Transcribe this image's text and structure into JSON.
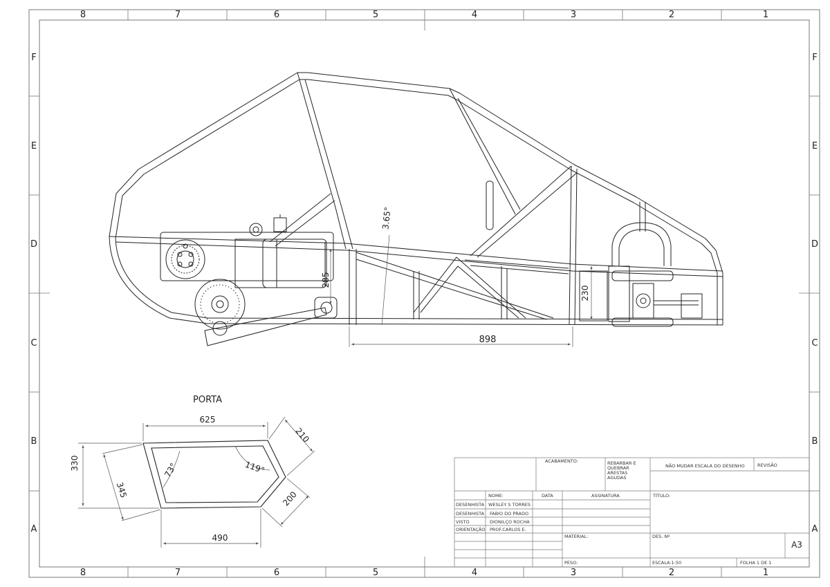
{
  "frame": {
    "columns": [
      "8",
      "7",
      "6",
      "5",
      "4",
      "3",
      "2",
      "1"
    ],
    "rows": [
      "F",
      "E",
      "D",
      "C",
      "B",
      "A"
    ]
  },
  "chassis": {
    "dim_length": "898",
    "dim_height_rear": "285",
    "dim_height_front": "230",
    "dim_angle": "3.65°"
  },
  "door": {
    "title": "PORTA",
    "dim_top": "625",
    "dim_left": "330",
    "dim_slant_left": "345",
    "dim_bottom": "490",
    "dim_upper_right": "210",
    "dim_lower_right": "200",
    "angle_left": "73°",
    "angle_right": "119°"
  },
  "title_block": {
    "acabamento_label": "ACABAMENTO:",
    "note_line1": "REBARBAR E",
    "note_line2": "QUEBRAR",
    "note_line3": "ARESTAS",
    "note_line4": "AGUDAS",
    "scale_note": "NÃO MUDAR ESCALA DO DESENHO",
    "revisao": "REVISÃO",
    "titulo": "TÍTULO:",
    "col_nome": "NOME:",
    "col_data": "DATA",
    "col_assinatura": "ASSINATURA",
    "rows": [
      {
        "role": "DESENHISTA",
        "name": "WESLEY S TORRES"
      },
      {
        "role": "DESENHISTA",
        "name": "FABIO DO PRADO"
      },
      {
        "role": "VISTO",
        "name": "DIONILÇO ROCHA"
      },
      {
        "role": "ORIENTAÇÃO",
        "name": "PROF.CARLOS E."
      }
    ],
    "material": "MATERIAL:",
    "des_no": "DES. Nº",
    "sheet_size": "A3",
    "peso": "PESO:",
    "escala": "ESCALA:1:50",
    "folha": "FOLHA 1 DE 1"
  }
}
